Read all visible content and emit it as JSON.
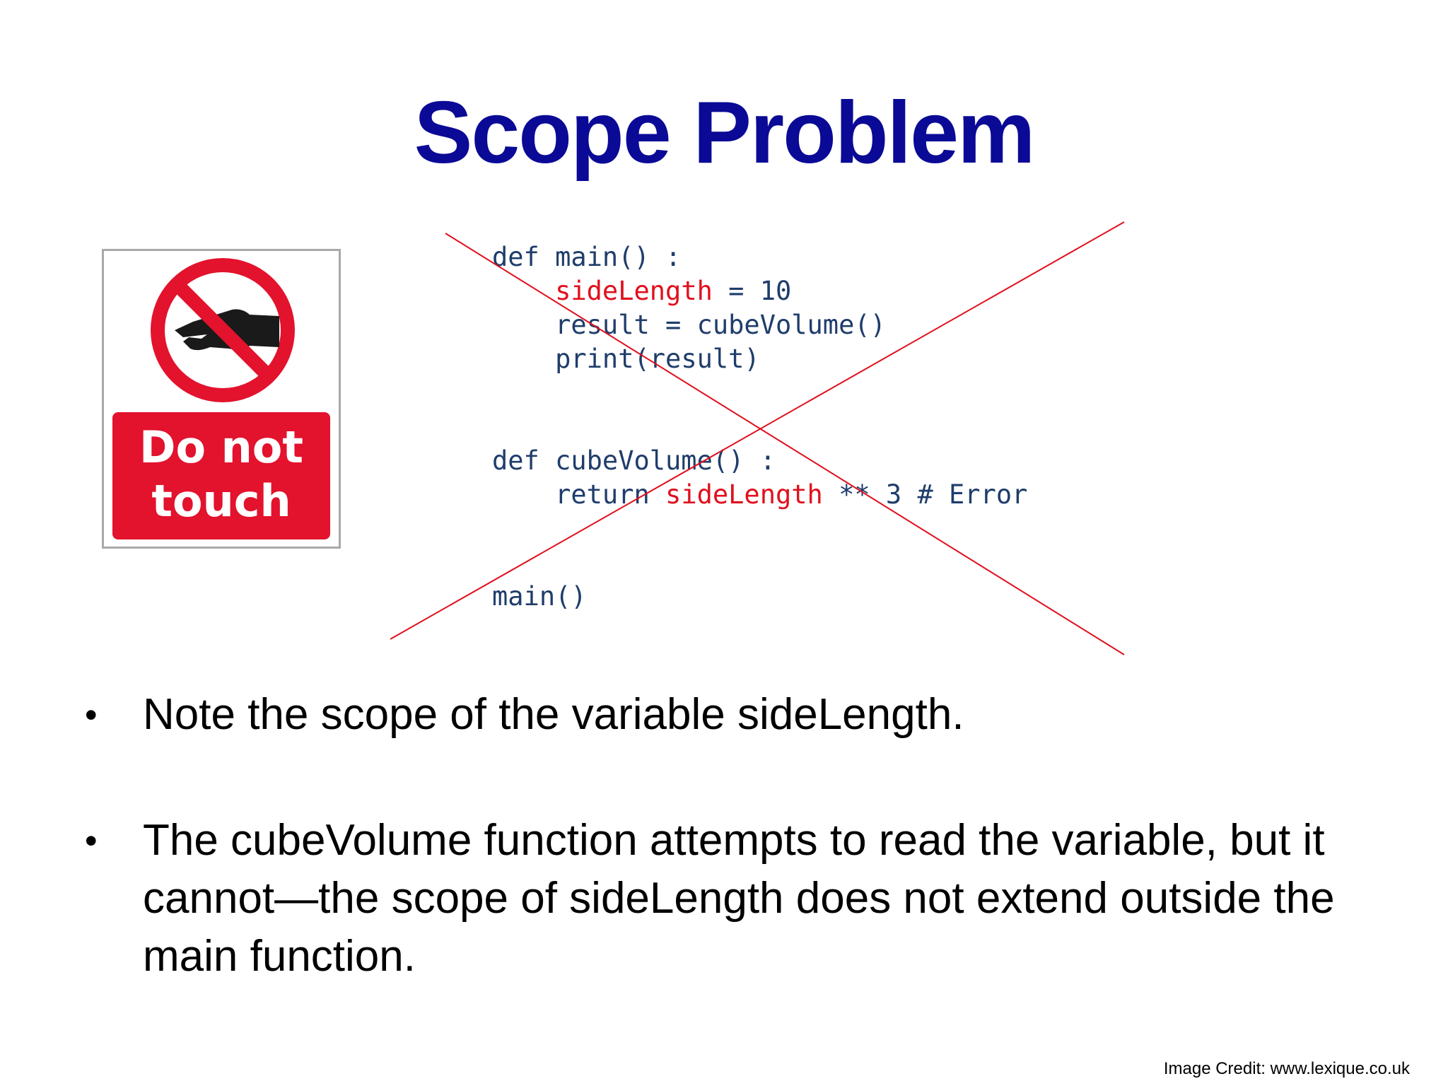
{
  "slide": {
    "title": "Scope Problem",
    "sign": {
      "line1": "Do not",
      "line2": "touch"
    },
    "code": {
      "line1_keyword": "def main() :",
      "line2_var": "sideLength",
      "line2_rest": " = 10",
      "line3": "result = cubeVolume()",
      "line4": "print(result)",
      "line5": "def cubeVolume() :",
      "line6_kw": "return ",
      "line6_var": "sideLength",
      "line6_rest": " ** 3 # Error",
      "line7": "main()"
    },
    "bullets": [
      "Note the scope of the variable sideLength.",
      "The cubeVolume function attempts to read the variable, but it cannot—the scope of sideLength does not extend outside the main function."
    ],
    "bullet_symbol": "•",
    "credit": "Image Credit: www.lexique.co.uk"
  },
  "colors": {
    "title": "#0a0a96",
    "code": "#1f3d6b",
    "highlight": "#e0101e",
    "sign_red": "#e3122d",
    "cross": "#e0101e"
  },
  "icons": {
    "sign_symbol": "no-touch-hand-icon"
  }
}
